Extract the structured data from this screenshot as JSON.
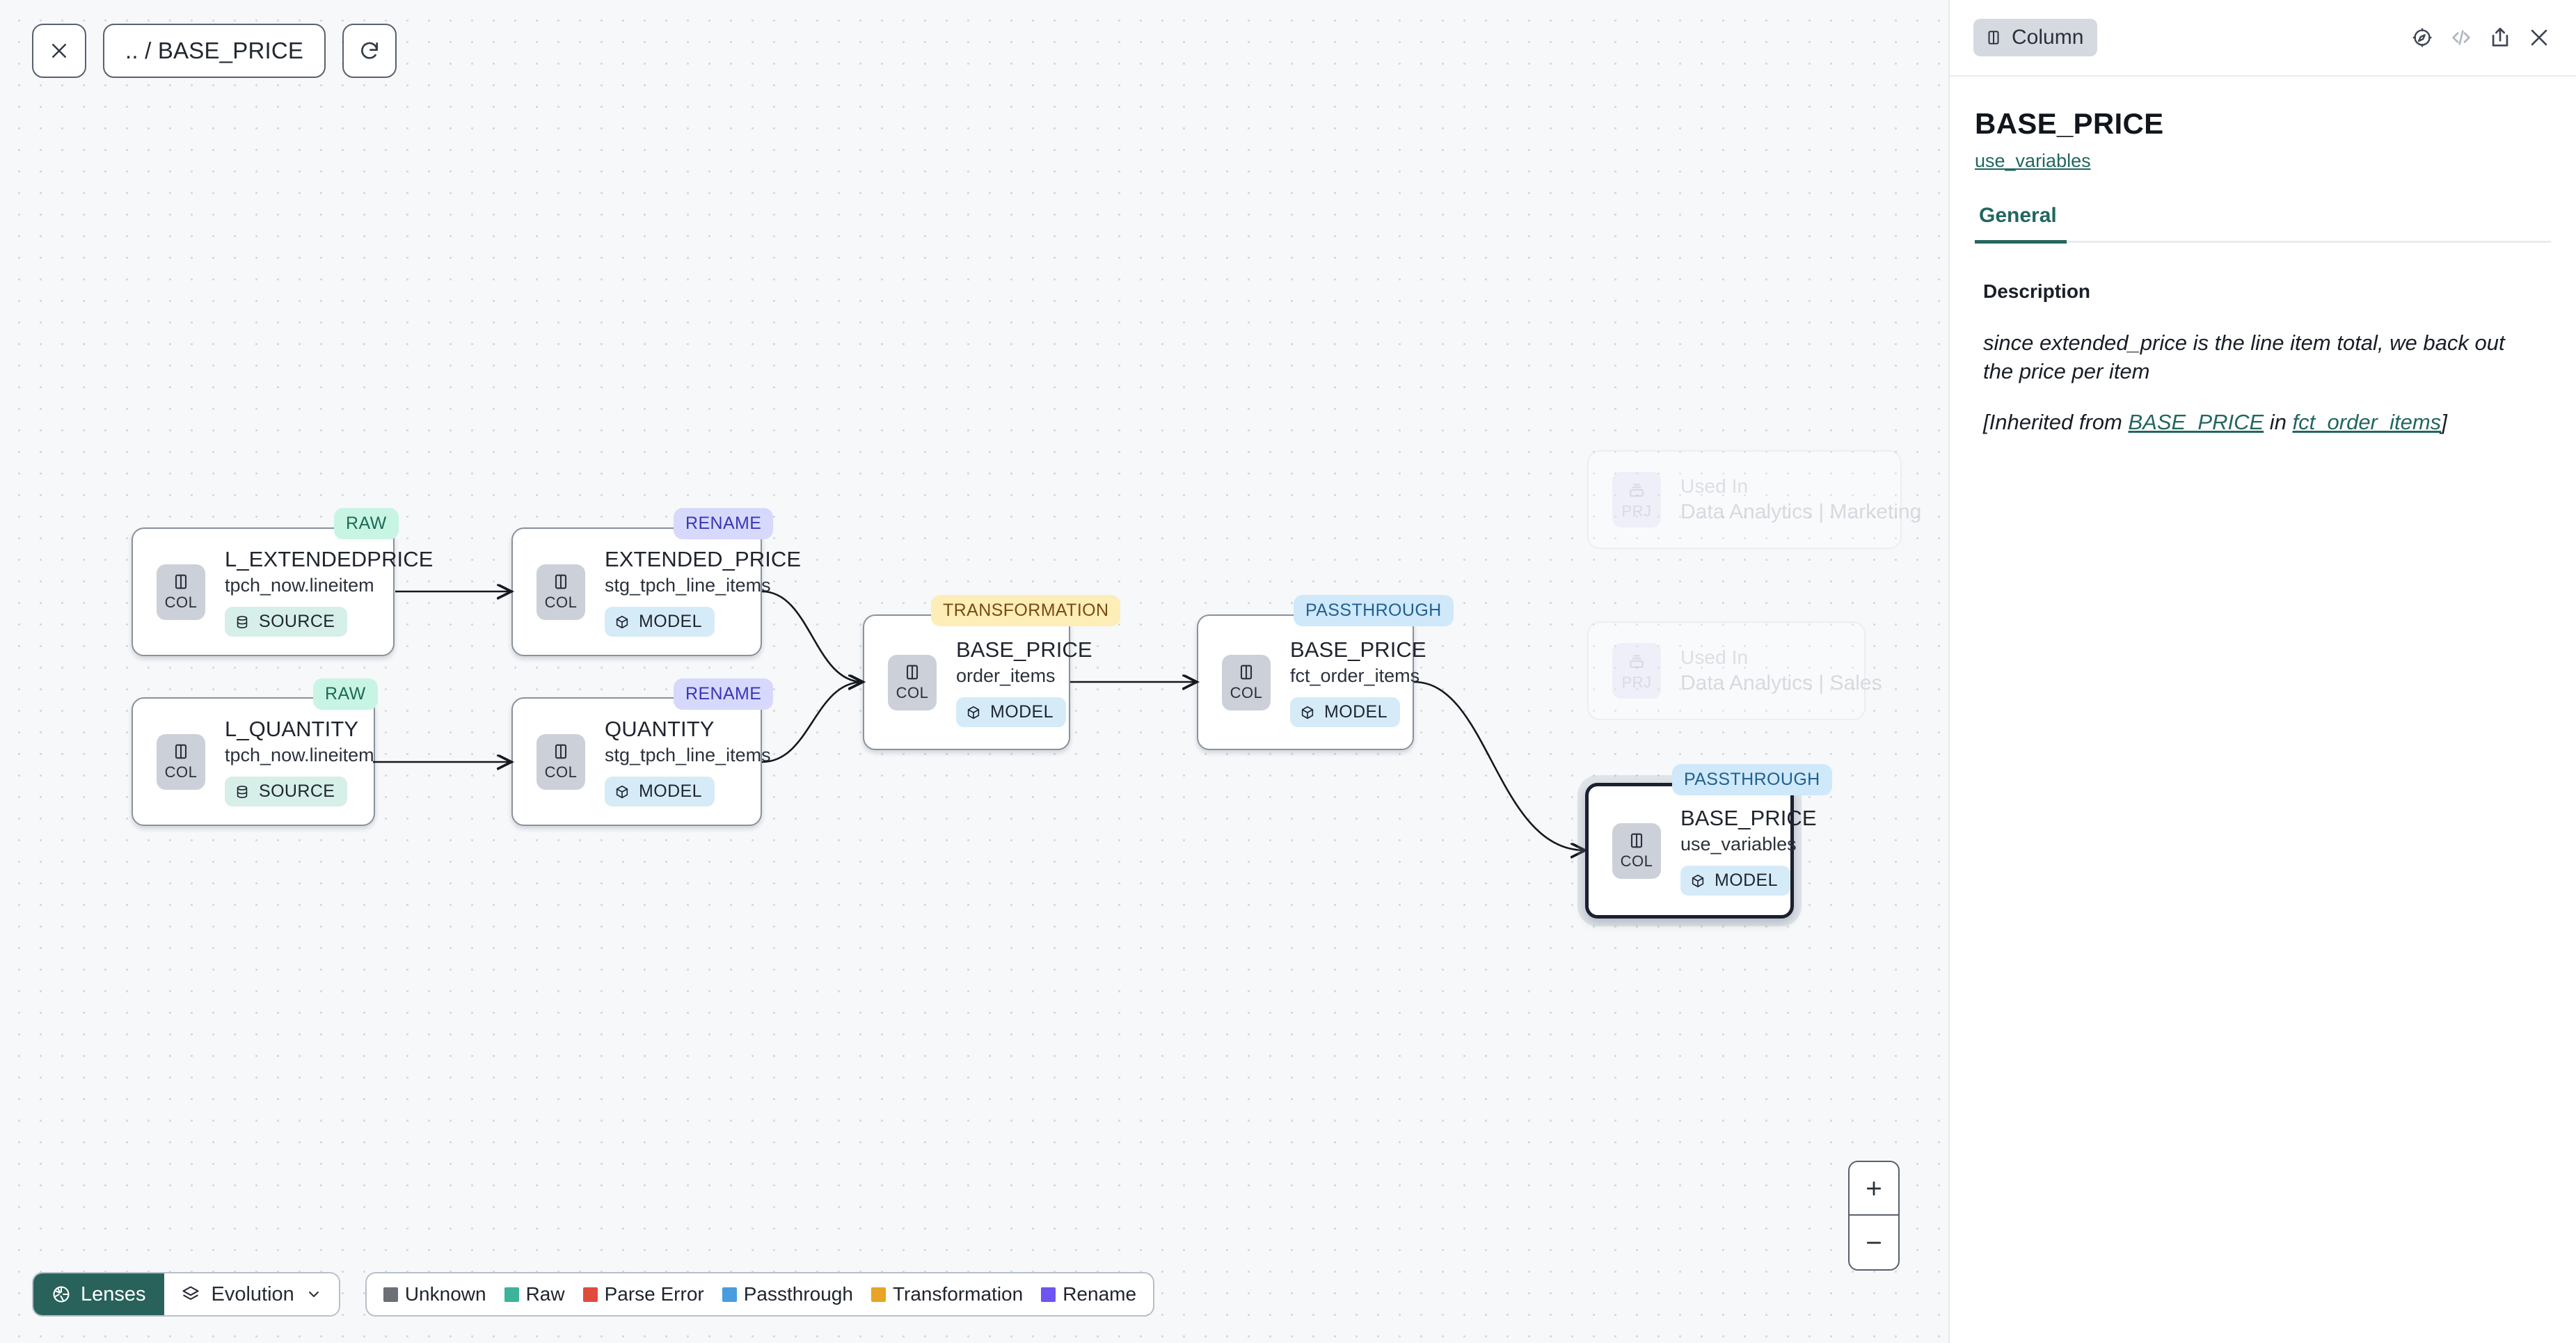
{
  "canvas": {
    "breadcrumb": ".. / BASE_PRICE",
    "close_icon": "close-icon",
    "refresh_icon": "refresh-icon",
    "nodes": [
      {
        "id": "l_extendedprice",
        "title": "L_EXTENDEDPRICE",
        "sub": "tpch_now.lineitem",
        "icon_label": "COL",
        "icon_name": "column-icon",
        "pill": "SOURCE",
        "pill_kind": "source",
        "pill_icon": "database-icon",
        "badge": "RAW",
        "badge_kind": "raw"
      },
      {
        "id": "l_quantity",
        "title": "L_QUANTITY",
        "sub": "tpch_now.lineitem",
        "icon_label": "COL",
        "icon_name": "column-icon",
        "pill": "SOURCE",
        "pill_kind": "source",
        "pill_icon": "database-icon",
        "badge": "RAW",
        "badge_kind": "raw"
      },
      {
        "id": "extended_price",
        "title": "EXTENDED_PRICE",
        "sub": "stg_tpch_line_items",
        "icon_label": "COL",
        "icon_name": "column-icon",
        "pill": "MODEL",
        "pill_kind": "model",
        "pill_icon": "cube-icon",
        "badge": "RENAME",
        "badge_kind": "rename"
      },
      {
        "id": "quantity",
        "title": "QUANTITY",
        "sub": "stg_tpch_line_items",
        "icon_label": "COL",
        "icon_name": "column-icon",
        "pill": "MODEL",
        "pill_kind": "model",
        "pill_icon": "cube-icon",
        "badge": "RENAME",
        "badge_kind": "rename"
      },
      {
        "id": "base_price_order_items",
        "title": "BASE_PRICE",
        "sub": "order_items",
        "icon_label": "COL",
        "icon_name": "column-icon",
        "pill": "MODEL",
        "pill_kind": "model",
        "pill_icon": "cube-icon",
        "badge": "TRANSFORMATION",
        "badge_kind": "transform"
      },
      {
        "id": "base_price_fct_order_items",
        "title": "BASE_PRICE",
        "sub": "fct_order_items",
        "icon_label": "COL",
        "icon_name": "column-icon",
        "pill": "MODEL",
        "pill_kind": "model",
        "pill_icon": "cube-icon",
        "badge": "PASSTHROUGH",
        "badge_kind": "pass"
      },
      {
        "id": "base_price_use_variables",
        "title": "BASE_PRICE",
        "sub": "use_variables",
        "icon_label": "COL",
        "icon_name": "column-icon",
        "pill": "MODEL",
        "pill_kind": "model",
        "pill_icon": "cube-icon",
        "badge": "PASSTHROUGH",
        "badge_kind": "pass",
        "selected": true
      }
    ],
    "ghost_nodes": [
      {
        "id": "used_in_marketing",
        "title": "Used In",
        "sub": "Data Analytics | Marketing",
        "icon_label": "PRJ",
        "icon_name": "project-icon"
      },
      {
        "id": "used_in_sales",
        "title": "Used In",
        "sub": "Data Analytics | Sales",
        "icon_label": "PRJ",
        "icon_name": "project-icon"
      }
    ]
  },
  "bottom_bar": {
    "lenses_label": "Lenses",
    "lenses_icon": "aperture-icon",
    "evolution_label": "Evolution",
    "evolution_icon": "layers-icon",
    "chevron_icon": "chevron-down-icon",
    "legend": [
      {
        "label": "Unknown",
        "color": "#6b6f76"
      },
      {
        "label": "Raw",
        "color": "#3cb39a"
      },
      {
        "label": "Parse Error",
        "color": "#e14b3c"
      },
      {
        "label": "Passthrough",
        "color": "#479de0"
      },
      {
        "label": "Transformation",
        "color": "#e8a425"
      },
      {
        "label": "Rename",
        "color": "#6c55f0"
      }
    ]
  },
  "zoom_controls": {
    "zoom_in": "+",
    "zoom_out": "–"
  },
  "panel": {
    "chip_label": "Column",
    "chip_icon": "column-icon",
    "icons": {
      "explore": "compass-icon",
      "code": "code-icon",
      "share": "share-icon",
      "close": "close-icon"
    },
    "title": "BASE_PRICE",
    "subtitle_link": "use_variables",
    "tabs": [
      {
        "label": "General",
        "active": true
      }
    ],
    "section_heading": "Description",
    "description_1": "since extended_price is the line item total, we back out the price per item",
    "inherited_prefix": "[Inherited from ",
    "inherited_link_1": "BASE_PRICE",
    "inherited_mid": " in ",
    "inherited_link_2": "fct_order_items",
    "inherited_suffix": "]"
  },
  "colors": {
    "accent_teal": "#22665f",
    "lens_bg": "#28625a",
    "canvas_bg": "#f6f8fa"
  }
}
